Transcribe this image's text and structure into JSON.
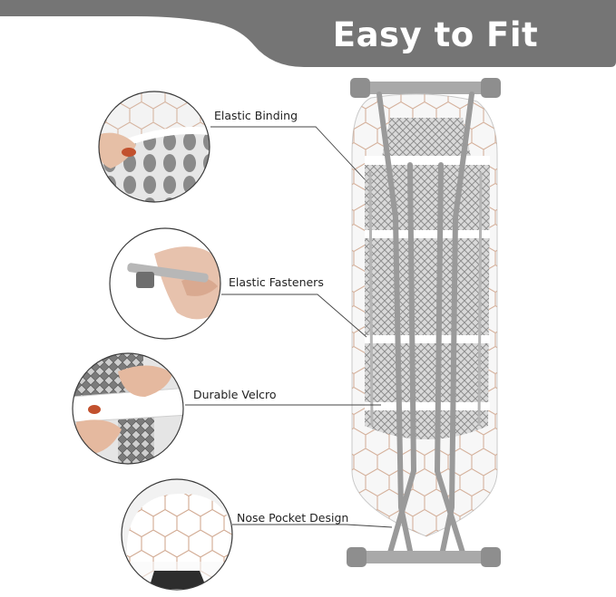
{
  "banner": {
    "title": "Easy to Fit",
    "color": "#757575"
  },
  "callouts": [
    {
      "label": "Elastic Binding",
      "icon": "elastic-binding-detail"
    },
    {
      "label": "Elastic Fasteners",
      "icon": "elastic-fastener-clip"
    },
    {
      "label": "Durable Velcro",
      "icon": "velcro-strap"
    },
    {
      "label": "Nose Pocket Design",
      "icon": "nose-pocket"
    }
  ],
  "product": {
    "icon": "ironing-board",
    "frame_color": "#9a9a9a",
    "pattern_color": "#c99a7e"
  }
}
